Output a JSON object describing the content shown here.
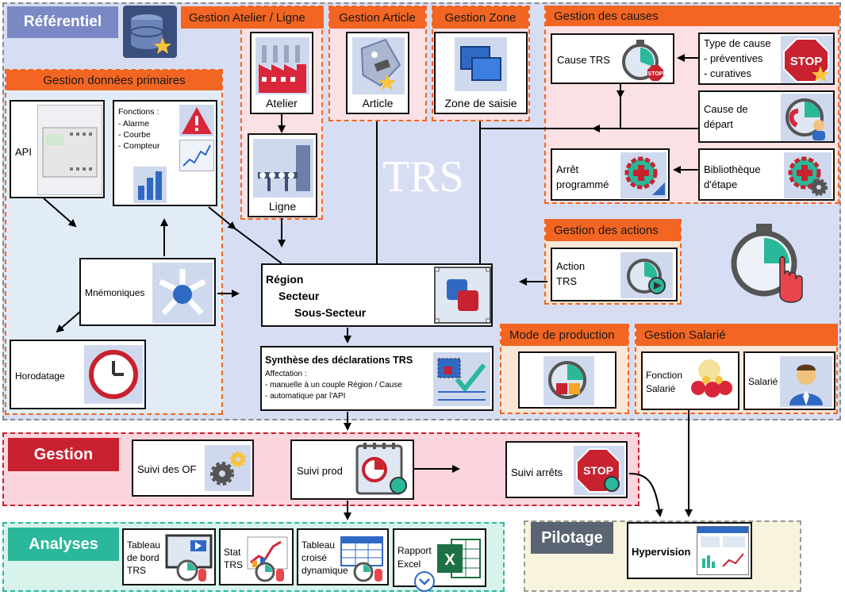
{
  "referentiel": {
    "title": "Référentiel"
  },
  "atelier_ligne": {
    "header": "Gestion Atelier / Ligne",
    "atelier": "Atelier",
    "ligne": "Ligne"
  },
  "article": {
    "header": "Gestion Article",
    "label": "Article"
  },
  "zone": {
    "header": "Gestion Zone",
    "label": "Zone de saisie"
  },
  "causes": {
    "header": "Gestion des causes",
    "cause_trs": "Cause TRS",
    "type_cause_lines": [
      "Type de cause",
      "- préventives",
      "- curatives"
    ],
    "cause_depart_lines": [
      "Cause de",
      "départ"
    ],
    "arret_lines": [
      "Arrêt",
      "programmé"
    ],
    "biblio_lines": [
      "Bibliothèque",
      "d'étape"
    ]
  },
  "donnees": {
    "header": "Gestion données primaires",
    "api": "API",
    "fonctions_title": "Fonctions :",
    "fonctions_items": [
      "- Alarme",
      "- Courbe",
      "- Compteur"
    ],
    "mnemoniques": "Mnémoniques",
    "horodatage": "Horodatage"
  },
  "trs_watermark": "TRS",
  "region": {
    "lines": [
      "Région",
      "Secteur",
      "Sous-Secteur"
    ]
  },
  "actions": {
    "header": "Gestion des actions",
    "lines": [
      "Action",
      "TRS"
    ]
  },
  "synthese": {
    "title": "Synthèse des déclarations TRS",
    "lines": [
      "Affectation :",
      "- manuelle à un couple Région / Cause",
      "- automatique par l'API"
    ]
  },
  "mode": {
    "header": "Mode de production"
  },
  "salarie": {
    "header": "Gestion Salarié",
    "fonction_lines": [
      "Fonction",
      "Salarié"
    ],
    "label": "Salarié"
  },
  "gestion": {
    "title": "Gestion",
    "suivi_of": "Suivi des OF",
    "suivi_prod": "Suivi prod",
    "suivi_arrets": "Suivi arrêts"
  },
  "analyses": {
    "title": "Analyses",
    "tableau_bord_lines": [
      "Tableau",
      "de bord",
      "TRS"
    ],
    "stat_lines": [
      "Stat",
      "TRS"
    ],
    "tcd_lines": [
      "Tableau",
      "croisé",
      "dynamique"
    ],
    "rapport_lines": [
      "Rapport",
      "Excel"
    ]
  },
  "pilotage": {
    "title": "Pilotage",
    "hypervision": "Hypervision"
  },
  "stop_text": "STOP",
  "excel_letter": "X",
  "colors": {
    "orange": "#f26522",
    "ref_bg": "#d7def4",
    "gestion_bg": "#fbd5dd",
    "gestion_title": "#c8212f",
    "analyses_bg": "#d8f3ec",
    "analyses_title": "#2bb89a",
    "pilotage_bg": "#f8f3dc",
    "pilotage_title": "#5a6472"
  }
}
